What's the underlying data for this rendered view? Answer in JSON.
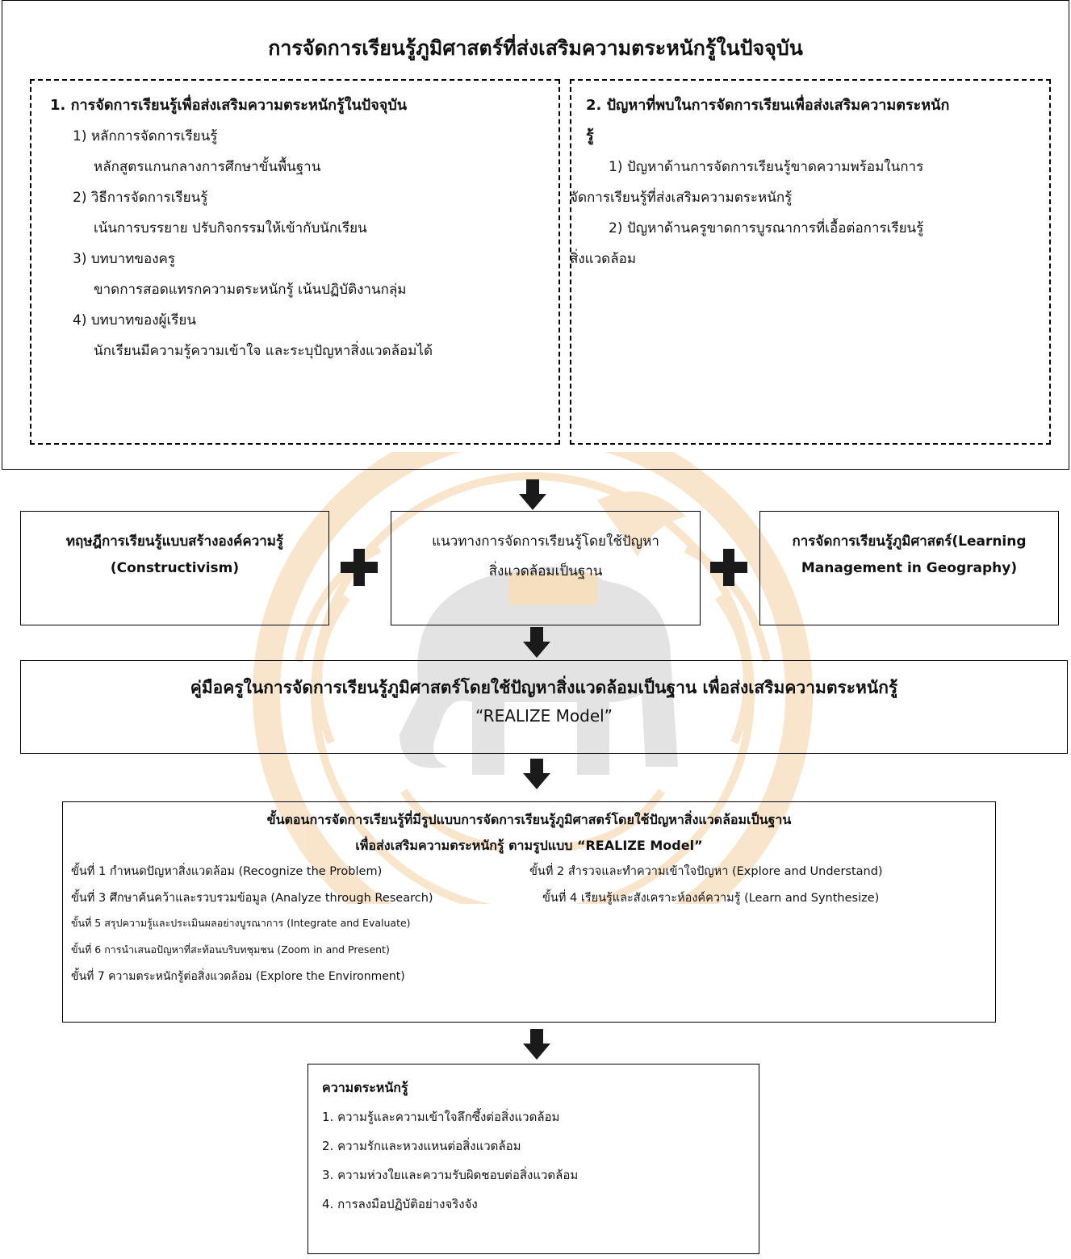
{
  "top": {
    "title": "การจัดการเรียนรู้ภูมิศาสตร์ที่ส่งเสริมความตระหนักรู้ในปัจจุบัน",
    "left": {
      "heading": "1. การจัดการเรียนรู้เพื่อส่งเสริมความตระหนักรู้ในปัจจุบัน",
      "items": [
        {
          "label": "1) หลักการจัดการเรียนรู้",
          "detail": "หลักสูตรแกนกลางการศึกษาขั้นพื้นฐาน"
        },
        {
          "label": "2) วิธีการจัดการเรียนรู้",
          "detail": "เน้นการบรรยาย ปรับกิจกรรมให้เข้ากับนักเรียน"
        },
        {
          "label": "3) บทบาทของครู",
          "detail": "ขาดการสอดแทรกความตระหนักรู้ เน้นปฏิบัติงานกลุ่ม"
        },
        {
          "label": "4) บทบาทของผู้เรียน",
          "detail": "นักเรียนมีความรู้ความเข้าใจ และระบุปัญหาสิ่งแวดล้อมได้"
        }
      ]
    },
    "right": {
      "heading_line1": "2. ปัญหาที่พบในการจัดการเรียนเพื่อส่งเสริมความตระหนัก",
      "heading_line2": "รู้",
      "p1_line1": "1) ปัญหาด้านการจัดการเรียนรู้ขาดความพร้อมในการ",
      "p1_line2": "จัดการเรียนรู้ที่ส่งเสริมความตระหนักรู้",
      "p2_line1": "2)   ปัญหาด้านครูขาดการบูรณาการที่เอื้อต่อการเรียนรู้",
      "p2_line2": "สิ่งแวดล้อม"
    }
  },
  "inputs": {
    "box1_line1": "ทฤษฎีการเรียนรู้แบบสร้างองค์ความรู้",
    "box1_line2": "(Constructivism)",
    "box2_line1": "แนวทางการจัดการเรียนรู้โดยใช้ปัญหา",
    "box2_line2": "สิ่งแวดล้อมเป็นฐาน",
    "box3_line1": "การจัดการเรียนรู้ภูมิศาสตร์(Learning",
    "box3_line2": "Management in Geography)"
  },
  "manual": {
    "line1": "คู่มือครูในการจัดการเรียนรู้ภูมิศาสตร์โดยใช้ปัญหาสิ่งแวดล้อมเป็นฐาน เพื่อส่งเสริมความตระหนักรู้",
    "line2": "“REALIZE Model”"
  },
  "steps": {
    "title_line1": "ขั้นตอนการจัดการเรียนรู้ที่มีรูปแบบการจัดการเรียนรู้ภูมิศาสตร์โดยใช้ปัญหาสิ่งแวดล้อมเป็นฐาน",
    "title_line2": "เพื่อส่งเสริมความตระหนักรู้ ตามรูปแบบ “REALIZE Model”",
    "s1": "ขั้นที่ 1 กำหนดปัญหาสิ่งแวดล้อม (Recognize the Problem)",
    "s2": "ขั้นที่ 2 สำรวจและทำความเข้าใจปัญหา (Explore and Understand)",
    "s3": "ขั้นที่ 3 ศึกษาค้นคว้าและรวบรวมข้อมูล (Analyze through Research)",
    "s4": "ขั้นที่ 4 เรียนรู้และสังเคราะห์องค์ความรู้ (Learn and Synthesize)",
    "s5": "ขั้นที่ 5 สรุปความรู้และประเมินผลอย่างบูรณาการ (Integrate and Evaluate)",
    "s6": "ขั้นที่ 6 การนำเสนอปัญหาที่สะท้อนบริบทชุมชน (Zoom in and Present)",
    "s7": "ขั้นที่ 7 ความตระหนักรู้ต่อสิ่งแวดล้อม (Explore the Environment)"
  },
  "awareness": {
    "title": "ความตระหนักรู้",
    "items": [
      "1. ความรู้และความเข้าใจลึกซึ้งต่อสิ่งแวดล้อม",
      "2. ความรักและหวงแหนต่อสิ่งแวดล้อม",
      "3. ความห่วงใยและความรับผิดชอบต่อสิ่งแวดล้อม",
      "4. การลงมือปฏิบัติอย่างจริงจัง"
    ]
  },
  "colors": {
    "watermark": "#e8a64a",
    "elephant": "#b0b0b0",
    "line": "#000000"
  }
}
